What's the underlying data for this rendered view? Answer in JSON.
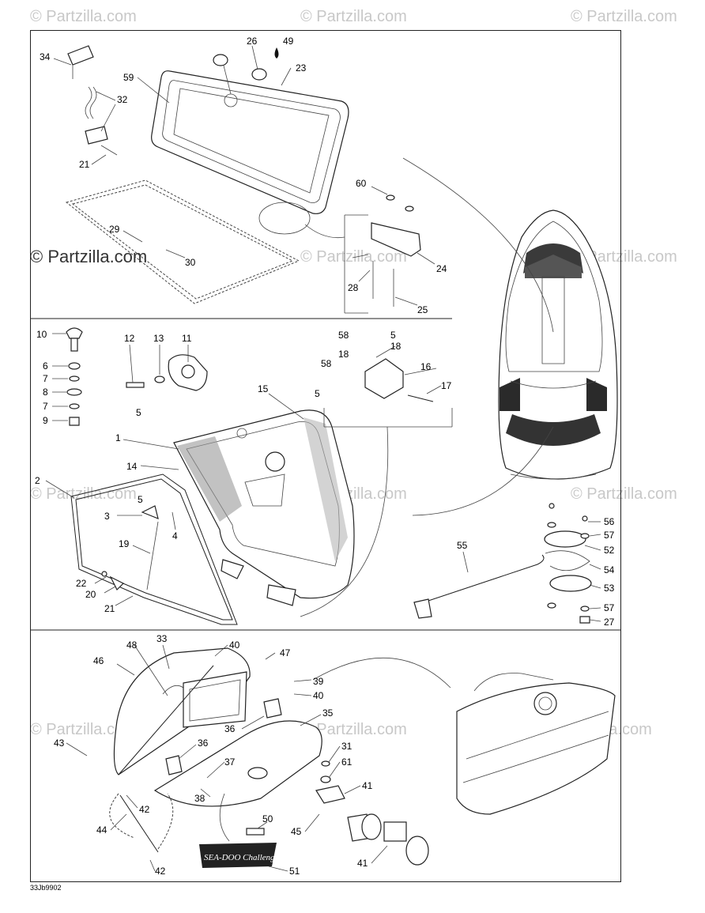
{
  "watermarks": [
    "© Partzilla.com",
    "© Partzilla.com",
    "© Partzilla.com",
    "© Partzilla.com",
    "© Partzilla.com",
    "© Partzilla.com",
    "© Partzilla.com",
    "© Partzilla.com",
    "© Partzilla.com",
    "© Partzilla.com"
  ],
  "main_watermark": "© Partzilla.com",
  "drawing_code": "33Jb9902",
  "logo_text": "SEA-DOO Challenger",
  "icon_names": [
    "droplet-icon",
    "arrow-icon"
  ],
  "labels": {
    "p34": "34",
    "p32": "32",
    "p21a": "21",
    "p59": "59",
    "p26": "26",
    "p49": "49",
    "p23": "23",
    "p60": "60",
    "p29": "29",
    "p30": "30",
    "p24": "24",
    "p28": "28",
    "p25": "25",
    "p10": "10",
    "p6": "6",
    "p7a": "7",
    "p8": "8",
    "p7b": "7",
    "p9": "9",
    "p12": "12",
    "p13": "13",
    "p11": "11",
    "p5a": "5",
    "p58a": "58",
    "p5b": "5",
    "p18a": "18",
    "p18b": "18",
    "p16": "16",
    "p58b": "58",
    "p5c": "5",
    "p17": "17",
    "p15": "15",
    "p1": "1",
    "p14": "14",
    "p2": "2",
    "p5d": "5",
    "p3": "3",
    "p4": "4",
    "p19": "19",
    "p22": "22",
    "p20": "20",
    "p21b": "21",
    "p55": "55",
    "p56": "56",
    "p57a": "57",
    "p52": "52",
    "p54": "54",
    "p53": "53",
    "p57b": "57",
    "p27": "27",
    "p33": "33",
    "p40a": "40",
    "p48": "48",
    "p46": "46",
    "p47": "47",
    "p39": "39",
    "p40b": "40",
    "p35": "35",
    "p36a": "36",
    "p36b": "36",
    "p43": "43",
    "p37": "37",
    "p31": "31",
    "p61": "61",
    "p41a": "41",
    "p38": "38",
    "p42a": "42",
    "p44": "44",
    "p50": "50",
    "p45": "45",
    "p41b": "41",
    "p42b": "42",
    "p51": "51"
  }
}
